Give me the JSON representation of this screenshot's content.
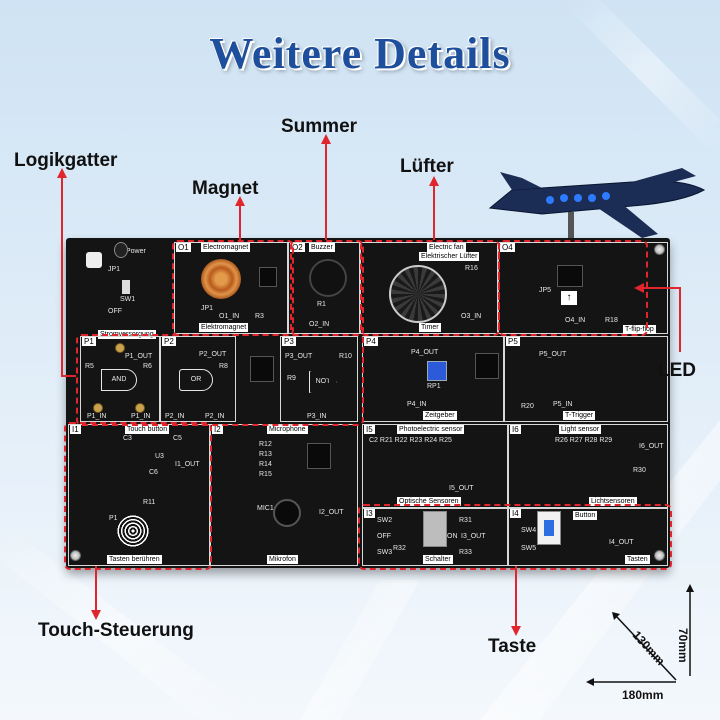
{
  "title": "Weitere Details",
  "callouts": {
    "logikgatter": "Logikgatter",
    "magnet": "Magnet",
    "summer": "Summer",
    "luefter": "Lüfter",
    "led": "LED",
    "touch": "Touch-Steuerung",
    "taste": "Taste"
  },
  "dimensions": {
    "height": "70mm",
    "depth": "130mm",
    "width": "180mm"
  },
  "board": {
    "power": {
      "top": "Power",
      "bottom": "Stromversorgung",
      "sw": "SW1",
      "off": "OFF",
      "jp": "JP1"
    },
    "o1": {
      "id": "O1",
      "label": "Electromagnet",
      "bottom": "Elektromagnet",
      "jp": "JP1",
      "out": "O1_IN",
      "r": "R3"
    },
    "o2": {
      "id": "O2",
      "label": "Buzzer",
      "bottom": "O2_IN",
      "r": "R1"
    },
    "o3": {
      "id": "O3",
      "label": "Electric fan",
      "label2": "Elektrischer Lüfter",
      "r": "R16",
      "out": "O3_IN",
      "bottom": "Timer"
    },
    "o4": {
      "id": "O4",
      "jp": "JP5",
      "r": "R18",
      "in": "O4_IN",
      "bottom": "T-flip-flop"
    },
    "p1": {
      "id": "P1",
      "gate": "AND",
      "out": "P1_OUT",
      "in1": "P1_IN",
      "in2": "P1_IN",
      "r5": "R5",
      "r6": "R6"
    },
    "p2": {
      "id": "P2",
      "gate": "OR",
      "out": "P2_OUT",
      "in1": "P2_IN",
      "in2": "P2_IN",
      "r8": "R8"
    },
    "p3": {
      "id": "P3",
      "gate": "NOT",
      "out": "P3_OUT",
      "in1": "P3_IN",
      "r9": "R9",
      "r10": "R10"
    },
    "p4": {
      "id": "P4",
      "out": "P4_OUT",
      "in": "P4_IN",
      "rp": "RP1",
      "bottom": "Zeitgeber"
    },
    "p5": {
      "id": "P5",
      "out": "P5_OUT",
      "in": "P5_IN",
      "r": "R20",
      "bottom": "T-Trigger"
    },
    "i1": {
      "id": "I1",
      "label": "Touch button",
      "out": "I1_OUT",
      "u": "U3",
      "r": "R11",
      "p": "P1",
      "bottom": "Tasten berühren",
      "c3": "C3",
      "c5": "C5",
      "c6": "C6"
    },
    "i2": {
      "id": "I2",
      "label": "Microphone",
      "out": "I2_OUT",
      "mic": "MIC1",
      "bottom": "Mikrofon",
      "r12": "R12",
      "r13": "R13",
      "r14": "R14",
      "r15": "R15"
    },
    "i5": {
      "id": "I5",
      "label": "Photoelectric sensor",
      "out": "I5_OUT",
      "res": "C2 R21 R22 R23 R24 R25",
      "bottom": "Optische Sensoren"
    },
    "i6": {
      "id": "I6",
      "label": "Light sensor",
      "out": "I6_OUT",
      "res": "R26 R27 R28 R29",
      "r30": "R30",
      "bottom": "Lichtsensoren"
    },
    "i3": {
      "id": "I3",
      "out": "I3_OUT",
      "sw": "SW2",
      "sw2": "SW3",
      "off": "OFF",
      "on": "ON",
      "r31": "R31",
      "r32": "R32",
      "r33": "R33",
      "bottom": "Schalter"
    },
    "i4": {
      "id": "I4",
      "label": "Button",
      "out": "I4_OUT",
      "sw": "SW4",
      "sw2": "SW5",
      "bottom": "Tasten"
    }
  },
  "colors": {
    "title": "#1d4f9c",
    "callout_line": "#e0262c",
    "board": "#141414",
    "sky_top": "#cfe3f4",
    "sky_bottom": "#eef5fb"
  }
}
